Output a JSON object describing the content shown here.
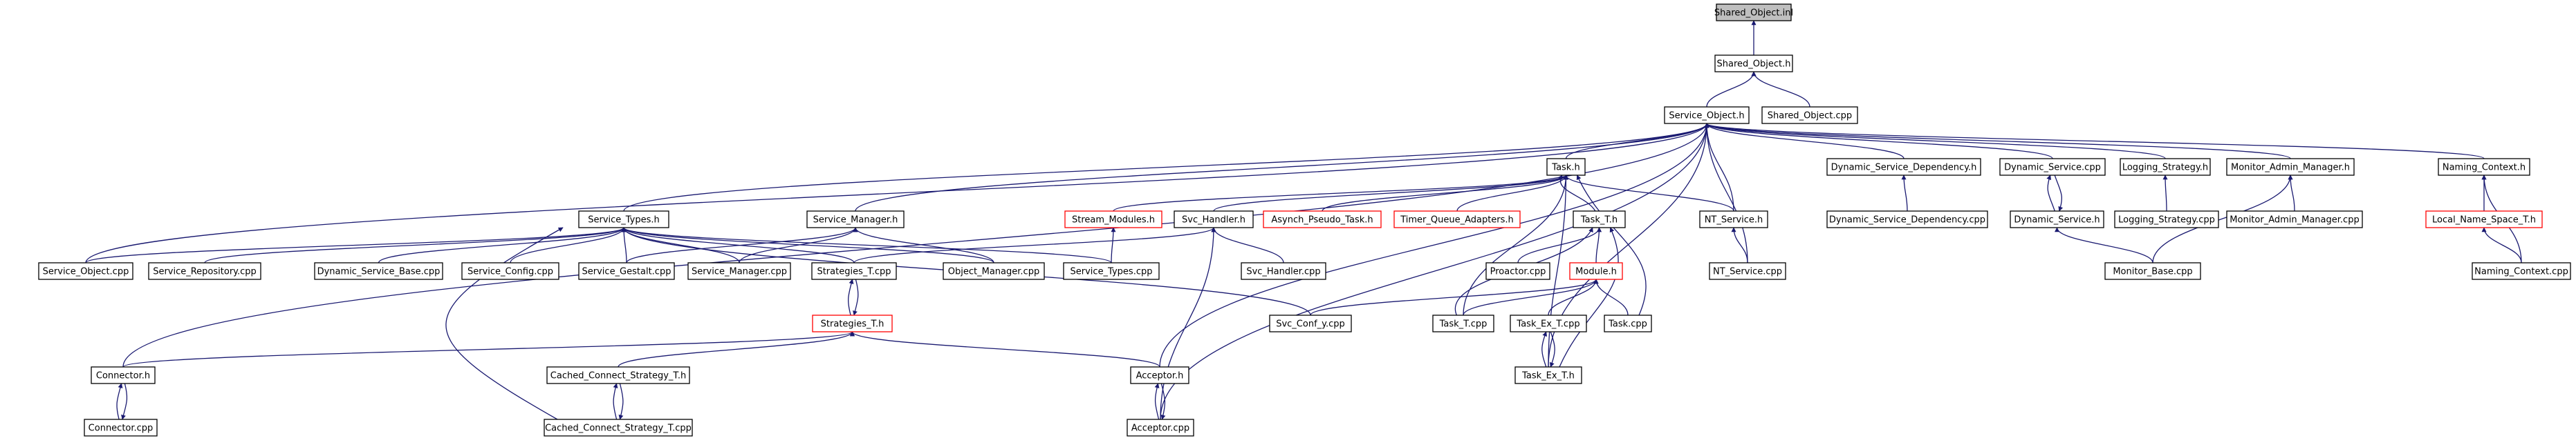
{
  "colors": {
    "edge": "#191970",
    "node_border": "#000000",
    "node_border_truncated": "#ff0000",
    "root_fill": "#bfbfbf",
    "node_fill": "#ffffff",
    "text": "#000000"
  },
  "nodes": [
    {
      "id": "shared_object_inl",
      "label": "Shared_Object.inl",
      "style": "root"
    },
    {
      "id": "shared_object_h",
      "label": "Shared_Object.h",
      "style": "normal"
    },
    {
      "id": "service_object_h",
      "label": "Service_Object.h",
      "style": "normal"
    },
    {
      "id": "shared_object_cpp",
      "label": "Shared_Object.cpp",
      "style": "normal"
    },
    {
      "id": "task_h",
      "label": "Task.h",
      "style": "normal"
    },
    {
      "id": "dsd_h",
      "label": "Dynamic_Service_Dependency.h",
      "style": "normal"
    },
    {
      "id": "ds_cpp",
      "label": "Dynamic_Service.cpp",
      "style": "normal"
    },
    {
      "id": "logging_strategy_h",
      "label": "Logging_Strategy.h",
      "style": "normal"
    },
    {
      "id": "monitor_admin_manager_h",
      "label": "Monitor_Admin_Manager.h",
      "style": "normal"
    },
    {
      "id": "naming_context_h",
      "label": "Naming_Context.h",
      "style": "normal"
    },
    {
      "id": "service_types_h",
      "label": "Service_Types.h",
      "style": "normal"
    },
    {
      "id": "service_manager_h",
      "label": "Service_Manager.h",
      "style": "normal"
    },
    {
      "id": "stream_modules_h",
      "label": "Stream_Modules.h",
      "style": "truncated"
    },
    {
      "id": "svc_handler_h",
      "label": "Svc_Handler.h",
      "style": "normal"
    },
    {
      "id": "asynch_pseudo_task_h",
      "label": "Asynch_Pseudo_Task.h",
      "style": "truncated"
    },
    {
      "id": "timer_queue_adapters_h",
      "label": "Timer_Queue_Adapters.h",
      "style": "truncated"
    },
    {
      "id": "task_t_h",
      "label": "Task_T.h",
      "style": "normal"
    },
    {
      "id": "nt_service_h",
      "label": "NT_Service.h",
      "style": "normal"
    },
    {
      "id": "dsd_cpp",
      "label": "Dynamic_Service_Dependency.cpp",
      "style": "normal"
    },
    {
      "id": "dynamic_service_h",
      "label": "Dynamic_Service.h",
      "style": "normal"
    },
    {
      "id": "logging_strategy_cpp",
      "label": "Logging_Strategy.cpp",
      "style": "normal"
    },
    {
      "id": "monitor_admin_manager_cpp",
      "label": "Monitor_Admin_Manager.cpp",
      "style": "normal"
    },
    {
      "id": "local_name_space_t_h",
      "label": "Local_Name_Space_T.h",
      "style": "truncated"
    },
    {
      "id": "service_object_cpp",
      "label": "Service_Object.cpp",
      "style": "normal"
    },
    {
      "id": "service_repository_cpp",
      "label": "Service_Repository.cpp",
      "style": "normal"
    },
    {
      "id": "dynamic_service_base_cpp",
      "label": "Dynamic_Service_Base.cpp",
      "style": "normal"
    },
    {
      "id": "service_config_cpp",
      "label": "Service_Config.cpp",
      "style": "normal"
    },
    {
      "id": "service_gestalt_cpp",
      "label": "Service_Gestalt.cpp",
      "style": "normal"
    },
    {
      "id": "service_manager_cpp",
      "label": "Service_Manager.cpp",
      "style": "normal"
    },
    {
      "id": "strategies_t_cpp",
      "label": "Strategies_T.cpp",
      "style": "normal"
    },
    {
      "id": "object_manager_cpp",
      "label": "Object_Manager.cpp",
      "style": "normal"
    },
    {
      "id": "service_types_cpp",
      "label": "Service_Types.cpp",
      "style": "normal"
    },
    {
      "id": "svc_handler_cpp",
      "label": "Svc_Handler.cpp",
      "style": "normal"
    },
    {
      "id": "proactor_cpp",
      "label": "Proactor.cpp",
      "style": "normal"
    },
    {
      "id": "module_h",
      "label": "Module.h",
      "style": "truncated"
    },
    {
      "id": "nt_service_cpp",
      "label": "NT_Service.cpp",
      "style": "normal"
    },
    {
      "id": "monitor_base_cpp",
      "label": "Monitor_Base.cpp",
      "style": "normal"
    },
    {
      "id": "naming_context_cpp",
      "label": "Naming_Context.cpp",
      "style": "normal"
    },
    {
      "id": "strategies_t_h",
      "label": "Strategies_T.h",
      "style": "truncated"
    },
    {
      "id": "svc_conf_y_cpp",
      "label": "Svc_Conf_y.cpp",
      "style": "normal"
    },
    {
      "id": "task_t_cpp",
      "label": "Task_T.cpp",
      "style": "normal"
    },
    {
      "id": "task_ex_t_cpp",
      "label": "Task_Ex_T.cpp",
      "style": "normal"
    },
    {
      "id": "task_cpp",
      "label": "Task.cpp",
      "style": "normal"
    },
    {
      "id": "connector_h",
      "label": "Connector.h",
      "style": "normal"
    },
    {
      "id": "ccs_t_h",
      "label": "Cached_Connect_Strategy_T.h",
      "style": "normal"
    },
    {
      "id": "acceptor_h",
      "label": "Acceptor.h",
      "style": "normal"
    },
    {
      "id": "task_ex_t_h",
      "label": "Task_Ex_T.h",
      "style": "normal"
    },
    {
      "id": "connector_cpp",
      "label": "Connector.cpp",
      "style": "normal"
    },
    {
      "id": "ccs_t_cpp",
      "label": "Cached_Connect_Strategy_T.cpp",
      "style": "normal"
    },
    {
      "id": "acceptor_cpp",
      "label": "Acceptor.cpp",
      "style": "normal"
    }
  ]
}
